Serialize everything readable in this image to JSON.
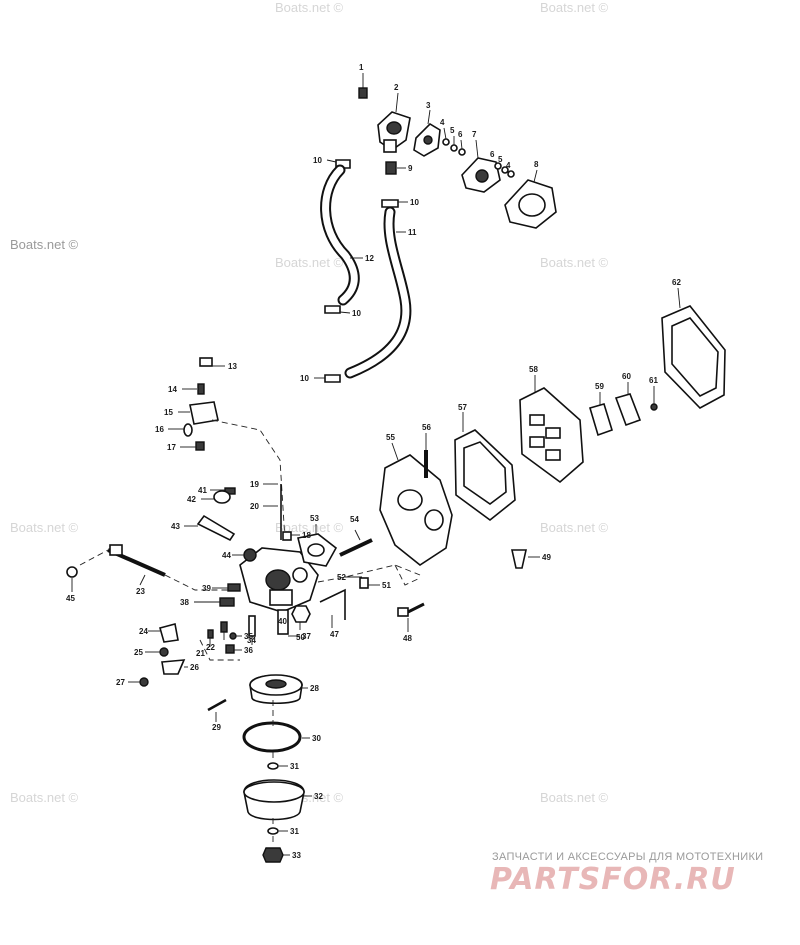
{
  "watermarks": {
    "left_mid": "Boats.net ©",
    "grid_text": "Boats.net ©"
  },
  "brand": {
    "caption": "ЗАПЧАСТИ И АКСЕССУАРЫ ДЛЯ МОТОТЕХНИКИ",
    "logo": "PARTSFOR.RU"
  },
  "callouts": [
    "1",
    "2",
    "3",
    "4",
    "5",
    "6",
    "7",
    "6",
    "5",
    "4",
    "8",
    "10",
    "9",
    "10",
    "11",
    "12",
    "10",
    "10",
    "13",
    "14",
    "15",
    "16",
    "17",
    "19",
    "41",
    "42",
    "20",
    "18",
    "43",
    "53",
    "54",
    "55",
    "56",
    "57",
    "58",
    "59",
    "60",
    "61",
    "62",
    "44",
    "49",
    "45",
    "23",
    "39",
    "38",
    "52",
    "51",
    "40",
    "37",
    "47",
    "50",
    "48",
    "24",
    "22",
    "35",
    "25",
    "21",
    "34",
    "36",
    "26",
    "27",
    "28",
    "29",
    "30",
    "31",
    "32",
    "31",
    "33"
  ]
}
